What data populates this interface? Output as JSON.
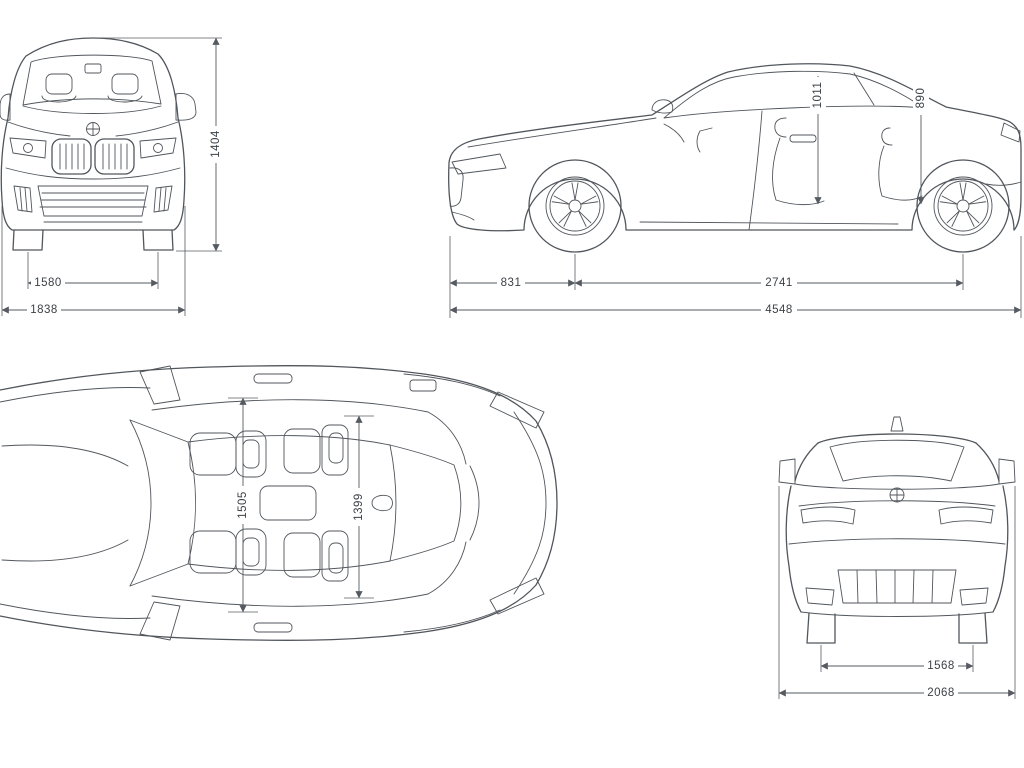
{
  "views": {
    "front": {
      "dims": {
        "height": "1404",
        "track": "1580",
        "overall_width": "1838"
      }
    },
    "side": {
      "dims": {
        "headroom_front": "1011",
        "headroom_rear": "890",
        "front_overhang": "831",
        "wheelbase": "2741",
        "overall_length": "4548"
      }
    },
    "top": {
      "dims": {
        "interior_width_front": "1505",
        "interior_width_rear": "1399"
      }
    },
    "rear": {
      "dims": {
        "track": "1568",
        "overall_width_mirrors": "2068"
      }
    }
  },
  "colors": {
    "line": "#51565c",
    "text": "#3c4147",
    "background": "#ffffff"
  }
}
